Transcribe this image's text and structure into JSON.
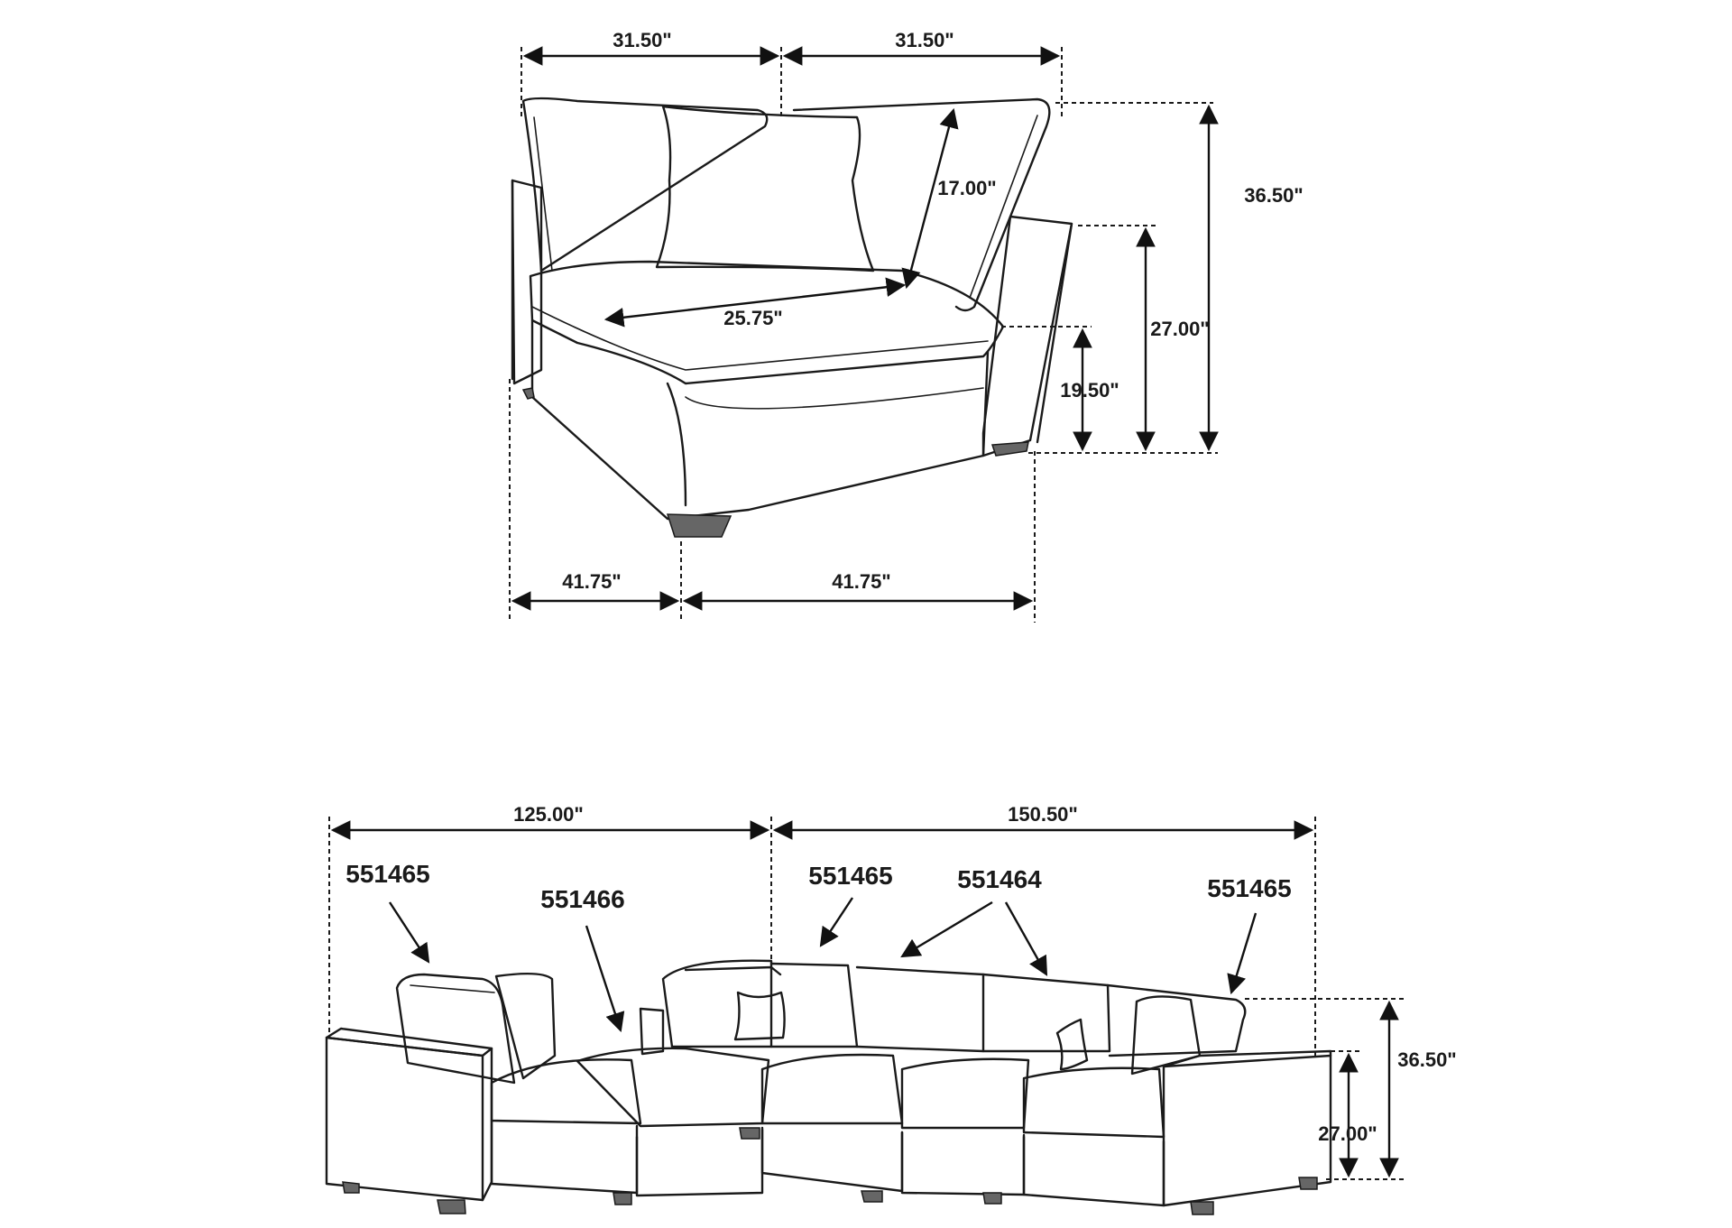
{
  "armless_chair": {
    "width_left": "31.50\"",
    "width_right": "31.50\"",
    "back_cushion": "17.00\"",
    "seat_width": "25.75\"",
    "overall_height": "36.50\"",
    "arm_height": "27.00\"",
    "seat_height": "19.50\"",
    "depth_left": "41.75\"",
    "depth_right": "41.75\""
  },
  "sectional": {
    "width_left": "125.00\"",
    "width_right": "150.50\"",
    "overall_height": "36.50\"",
    "arm_height": "27.00\"",
    "skus": [
      "551465",
      "551466",
      "551465",
      "551464",
      "551465"
    ]
  },
  "colors": {
    "line": "#1a1a1a",
    "background": "#ffffff"
  }
}
